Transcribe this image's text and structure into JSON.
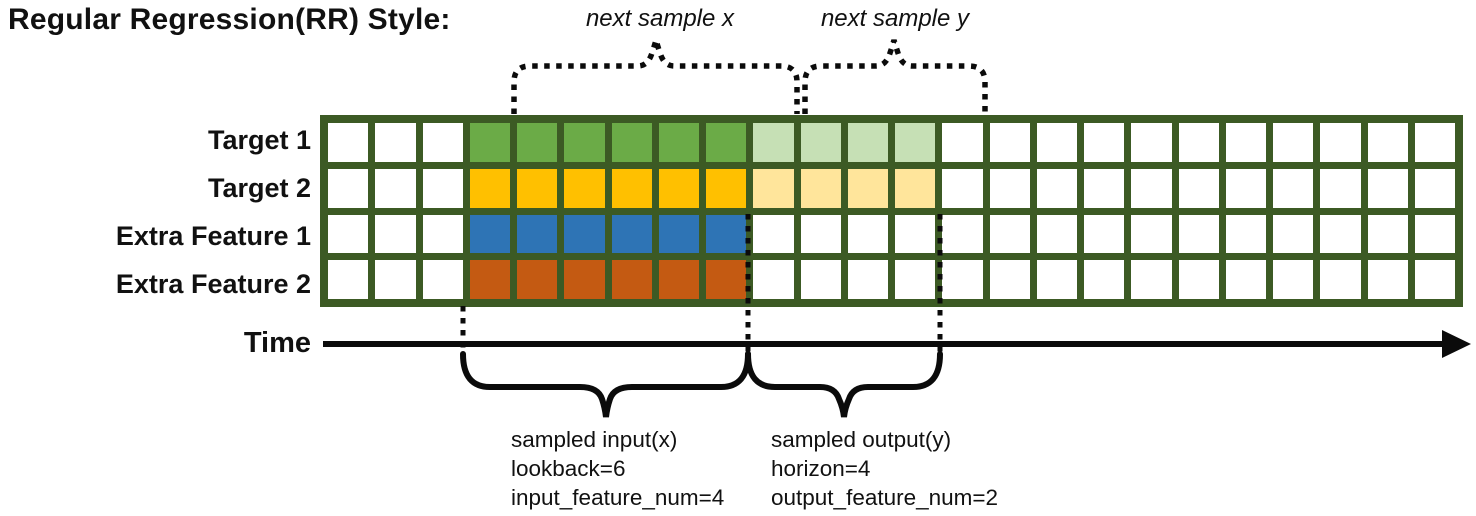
{
  "title": "Regular Regression(RR) Style:",
  "colors": {
    "white": "#ffffff",
    "grid_border": "#3C5A24",
    "green": "#6BAB47",
    "light_green": "#C6E0B5",
    "yellow": "#FFC000",
    "light_yellow": "#FFE59B",
    "blue": "#2E74B5",
    "orange": "#C45A12",
    "line_black": "#0b0b0b"
  },
  "grid": {
    "columns_total": 24,
    "lead_blank_cols": 3,
    "input_cols": 6,
    "output_cols": 4,
    "trail_blank_cols": 11,
    "rows": [
      {
        "label": "Target 1",
        "input_color": "green",
        "output_color": "light_green"
      },
      {
        "label": "Target 2",
        "input_color": "yellow",
        "output_color": "light_yellow"
      },
      {
        "label": "Extra Feature 1",
        "input_color": "blue",
        "output_color": null
      },
      {
        "label": "Extra Feature 2",
        "input_color": "orange",
        "output_color": null
      }
    ]
  },
  "annotations": {
    "next_sample_x": "next sample x",
    "next_sample_y": "next sample y",
    "time_label": "Time",
    "input_block": {
      "line1": "sampled input(x)",
      "line2": "lookback=6",
      "line3": "input_feature_num=4"
    },
    "output_block": {
      "line1": "sampled output(y)",
      "line2": "horizon=4",
      "line3": "output_feature_num=2"
    }
  }
}
